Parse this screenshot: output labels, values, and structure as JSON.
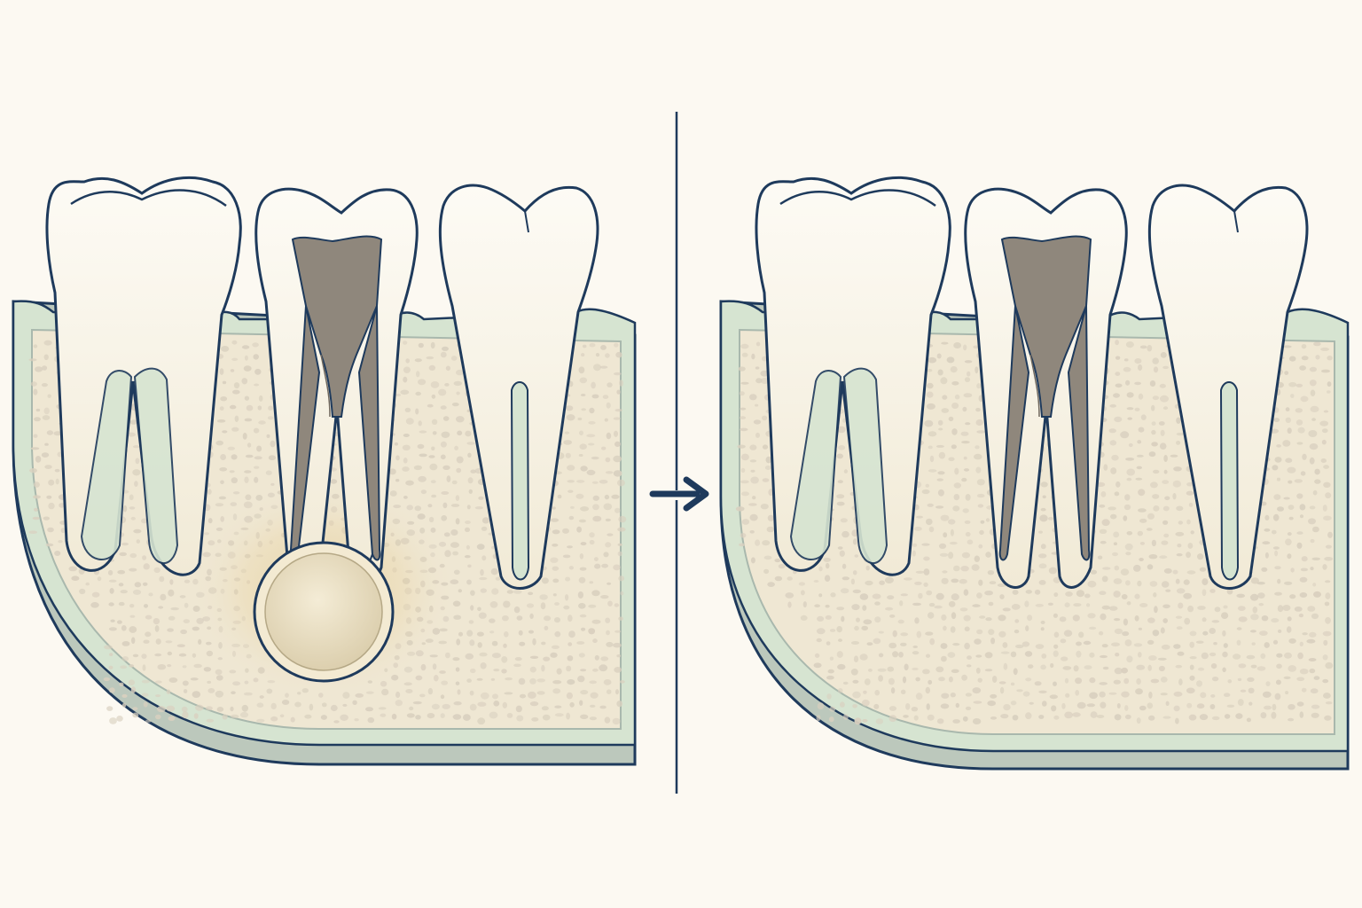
{
  "diagram": {
    "panels": [
      {
        "id": "before",
        "condition": "periapical-lesion",
        "center_tooth": "root-canal-treated",
        "lesion": true
      },
      {
        "id": "after",
        "condition": "healed-bone",
        "center_tooth": "root-canal-treated",
        "lesion": false
      }
    ],
    "transition": "arrow-right",
    "colors": {
      "background": "#fcf9f2",
      "outline": "#1e3a5c",
      "enamel": "#fbf8ef",
      "dentin": "#f3ecd9",
      "gum": "#d6e4d1",
      "cortical": "#a9b8ad",
      "bone": "#efe7d3",
      "trabecula": "#d9d0bf",
      "filling": "#8f877c",
      "lesion": "#e8dcc0",
      "inflammation": "#e8cf96"
    }
  }
}
